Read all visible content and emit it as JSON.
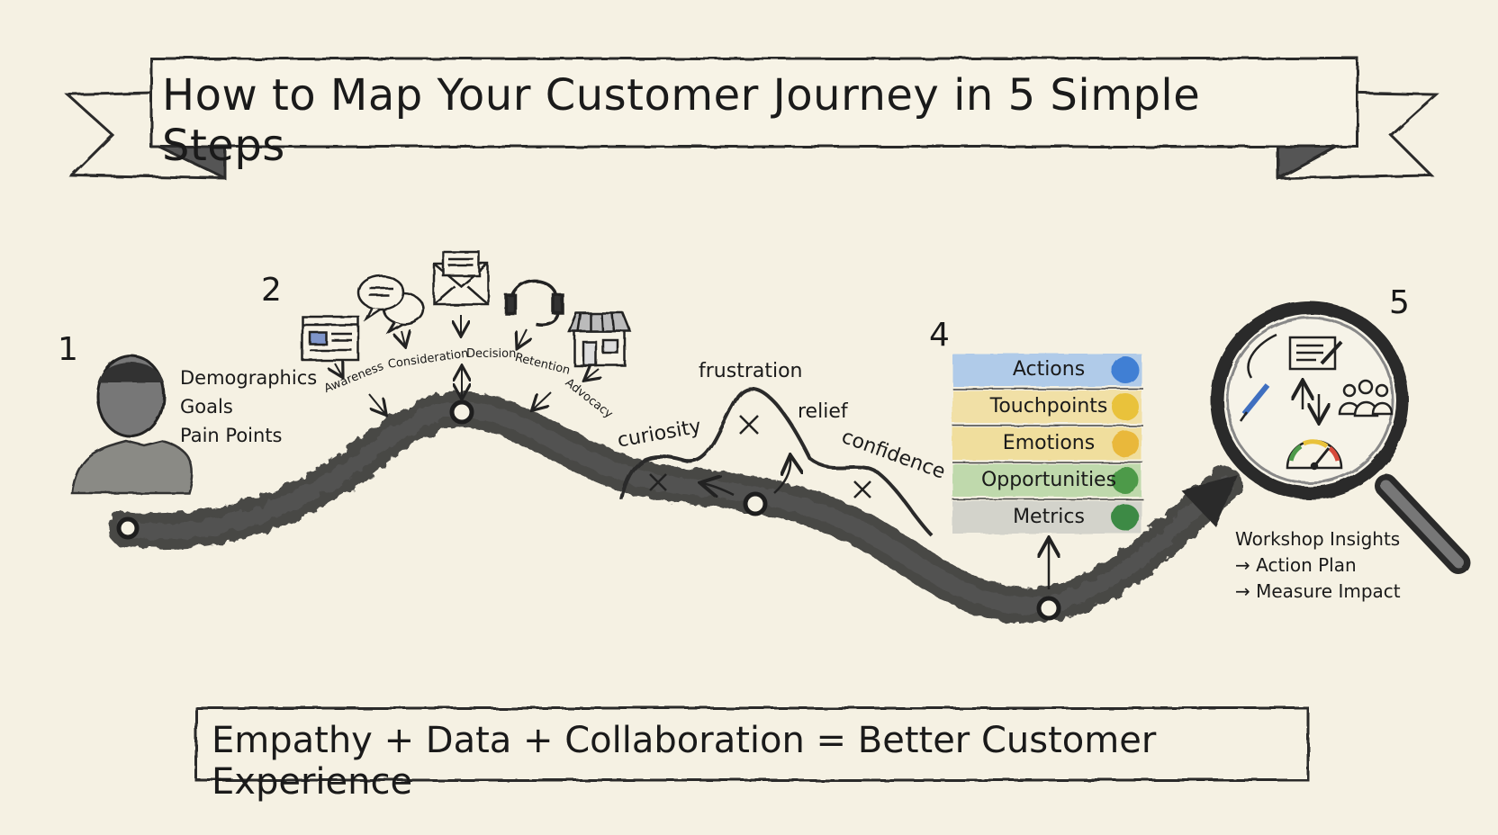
{
  "title": "How to Map Your Customer Journey in 5 Simple Steps",
  "steps": {
    "one": "1",
    "two": "2",
    "four": "4",
    "five": "5"
  },
  "persona": {
    "attributes": [
      "Demographics",
      "Goals",
      "Pain Points"
    ]
  },
  "stages": [
    "Awareness",
    "Consideration",
    "Decision",
    "Retention",
    "Advocacy"
  ],
  "emotions": {
    "curiosity": "curiosity",
    "frustration": "frustration",
    "relief": "relief",
    "confidence": "confidence"
  },
  "layers": [
    {
      "label": "Actions",
      "color": "#3f7fd4",
      "band": "#a9c6ea"
    },
    {
      "label": "Touchpoints",
      "color": "#e9c23a",
      "band": "#f1dfa0"
    },
    {
      "label": "Emotions",
      "color": "#e9b83a",
      "band": "#f0dc95"
    },
    {
      "label": "Opportunities",
      "color": "#4e9a4a",
      "band": "#b9d6a6"
    },
    {
      "label": "Metrics",
      "color": "#3e8a45",
      "band": "#cfcfc9"
    }
  ],
  "insights": [
    "Workshop Insights",
    "→ Action Plan",
    "→ Measure Impact"
  ],
  "footer": "Empathy + Data + Collaboration = Better Customer Experience",
  "icons": [
    "browser-icon",
    "chat-bubbles-icon",
    "envelope-icon",
    "headset-icon",
    "storefront-icon",
    "person-icon",
    "magnifier-icon",
    "notepad-icon",
    "pencil-icon",
    "team-icon",
    "gauge-icon"
  ]
}
